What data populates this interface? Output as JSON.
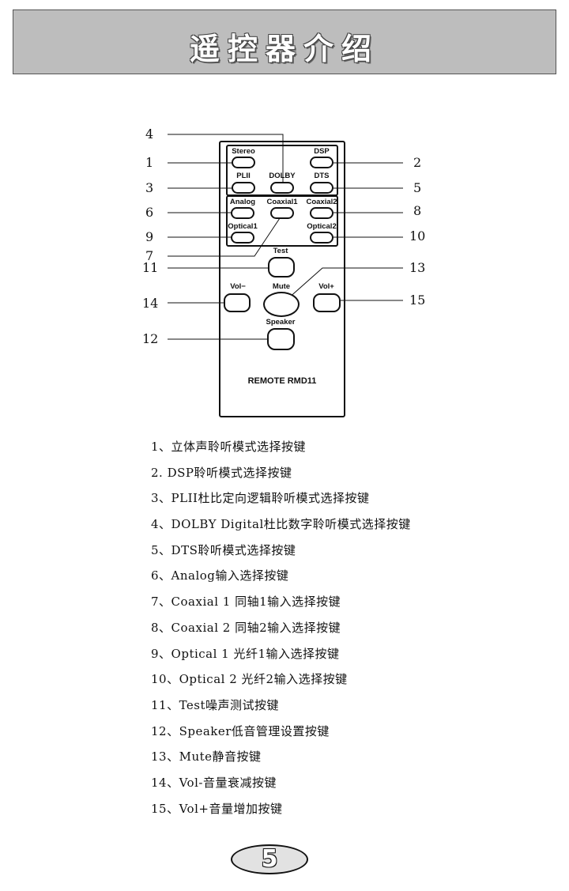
{
  "header": {
    "title": "遥控器介绍"
  },
  "remote": {
    "model": "REMOTE RMD11",
    "buttons": {
      "stereo": "Stereo",
      "dsp": "DSP",
      "plii": "PLII",
      "dolby": "DOLBY",
      "dts": "DTS",
      "analog": "Analog",
      "coaxial1": "Coaxial1",
      "coaxial2": "Coaxial2",
      "optical1": "Optical1",
      "optical2": "Optical2",
      "test": "Test",
      "vol_minus": "Vol−",
      "mute": "Mute",
      "vol_plus": "Vol+",
      "speaker": "Speaker"
    }
  },
  "callouts": {
    "n1": "1",
    "n2": "2",
    "n3": "3",
    "n4": "4",
    "n5": "5",
    "n6": "6",
    "n7": "7",
    "n8": "8",
    "n9": "9",
    "n10": "10",
    "n11": "11",
    "n12": "12",
    "n13": "13",
    "n14": "14",
    "n15": "15"
  },
  "legend": [
    "1、立体声聆听模式选择按键",
    "2. DSP聆听模式选择按键",
    "3、PLII杜比定向逻辑聆听模式选择按键",
    "4、DOLBY Digital杜比数字聆听模式选择按键",
    "5、DTS聆听模式选择按键",
    "6、Analog输入选择按键",
    "7、Coaxial 1 同轴1输入选择按键",
    "8、Coaxial 2 同轴2输入选择按键",
    "9、Optical 1 光纤1输入选择按键",
    "10、Optical 2 光纤2输入选择按键",
    "11、Test噪声测试按键",
    "12、Speaker低音管理设置按键",
    "13、Mute静音按键",
    "14、Vol-音量衰减按键",
    "15、Vol+音量增加按键"
  ],
  "footer": {
    "page_number": "5"
  }
}
